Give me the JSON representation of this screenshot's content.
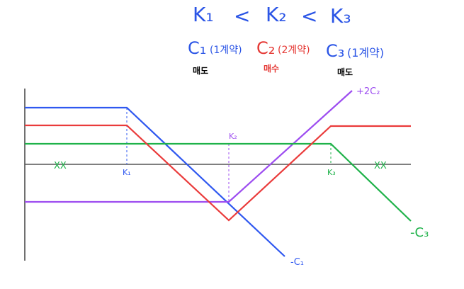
{
  "title": {
    "k1": "K₁",
    "lt1": "<",
    "k2": "K₂",
    "lt2": "<",
    "k3": "K₃"
  },
  "positions": [
    {
      "label": "C₁",
      "qty": "(1계약)",
      "action": "매도",
      "color": "#2b55e6"
    },
    {
      "label": "C₂",
      "qty": "(2계약)",
      "action": "매수",
      "color": "#e53935"
    },
    {
      "label": "C₃",
      "qty": "(1계약)",
      "action": "매도",
      "color": "#2b55e6"
    }
  ],
  "lines": {
    "short_c1": {
      "label": "-C₁",
      "color": "#2f58f0"
    },
    "long_2c2": {
      "label": "+2C₂",
      "color": "#9d4df0"
    },
    "short_c3": {
      "label": "-C₃",
      "color": "#1fb24a"
    },
    "net": {
      "color": "#ea3b3b"
    }
  },
  "strikes": {
    "k1": "K₁",
    "k2": "K₂",
    "k3": "K₃"
  },
  "marks": {
    "left": "XX",
    "right": "XX"
  },
  "colors": {
    "axis": "#333333",
    "dash": "#2f58f0",
    "purple": "#9d4df0",
    "green": "#1fb24a"
  }
}
